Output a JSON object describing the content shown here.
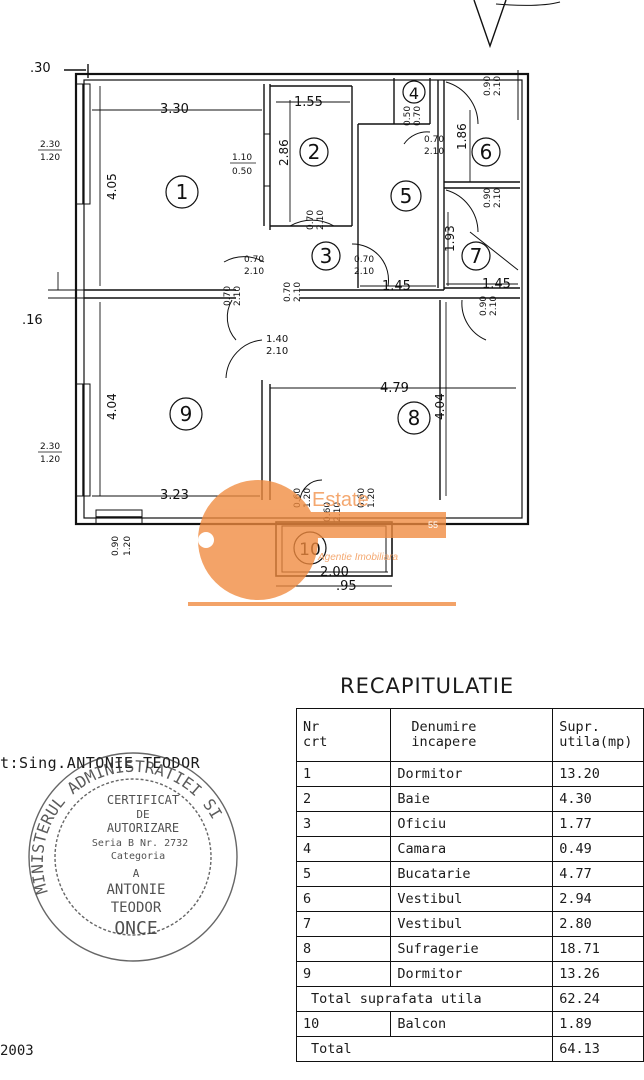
{
  "plan": {
    "rooms": [
      {
        "num": "1"
      },
      {
        "num": "2"
      },
      {
        "num": "3"
      },
      {
        "num": "4"
      },
      {
        "num": "5"
      },
      {
        "num": "6"
      },
      {
        "num": "7"
      },
      {
        "num": "8"
      },
      {
        "num": "9"
      },
      {
        "num": "10"
      }
    ],
    "dims": {
      "d330": "3.30",
      "d155": "1.55",
      "d405": "4.05",
      "d286": "2.86",
      "d186": "1.86",
      "d193": "1.93",
      "d145a": "1.45",
      "d145b": "1.45",
      "d479": "4.79",
      "d404a": "4.04",
      "d404b": "4.04",
      "d323": "3.23",
      "d200": "2.00",
      "d95": ".95",
      "d30": ".30",
      "d16": ".16",
      "d140": "1.40",
      "d210": "2.10"
    },
    "windows": {
      "w1a": "2.30",
      "w1b": "1.20",
      "w2a": "2.30",
      "w2b": "1.20",
      "w3a": "1.10",
      "w3b": "0.50",
      "w4a": "0.90",
      "w4b": "1.20"
    },
    "doors": {
      "door_070_210": [
        "0.70",
        "2.10"
      ],
      "door_090_210": [
        "0.90",
        "2.10"
      ],
      "door_050_070": [
        "0.50",
        "0.70"
      ],
      "door_060_120": [
        "0.60",
        "1.20"
      ],
      "door_060_210": [
        "0.60",
        "2.10"
      ]
    }
  },
  "logo": {
    "name": "Estate",
    "tagline": "Agentie Imobiliara",
    "mark": "55"
  },
  "recap": {
    "title": "RECAPITULATIE",
    "headers": {
      "nr": "Nr\ncrt",
      "name": "Denumire\nincapere",
      "area": "Supr.\nutila(mp)"
    },
    "rows": [
      {
        "nr": "1",
        "name": "Dormitor",
        "area": "13.20"
      },
      {
        "nr": "2",
        "name": "Baie",
        "area": "4.30"
      },
      {
        "nr": "3",
        "name": "Oficiu",
        "area": "1.77"
      },
      {
        "nr": "4",
        "name": "Camara",
        "area": "0.49"
      },
      {
        "nr": "5",
        "name": "Bucatarie",
        "area": "4.77"
      },
      {
        "nr": "6",
        "name": "Vestibul",
        "area": "2.94"
      },
      {
        "nr": "7",
        "name": "Vestibul",
        "area": "2.80"
      },
      {
        "nr": "8",
        "name": "Sufragerie",
        "area": "18.71"
      },
      {
        "nr": "9",
        "name": "Dormitor",
        "area": "13.26"
      }
    ],
    "total_util_label": "Total suprafata utila",
    "total_util": "62.24",
    "balcony": {
      "nr": "10",
      "name": "Balcon",
      "area": "1.89"
    },
    "total_label": "Total",
    "total": "64.13"
  },
  "architect": "t:Sing.ANTONIE TEODOR",
  "stamp": {
    "ring": "MINISTERUL ADMINISTRATIEI SI",
    "l1": "CERTIFICAT",
    "l2": "DE",
    "l3": "AUTORIZARE",
    "l4": "Seria B Nr. 2732",
    "l5": "Categoria",
    "l6": "A",
    "l7": "ANTONIE",
    "l8": "TEODOR",
    "l9": "ONCE"
  },
  "year": "2003"
}
